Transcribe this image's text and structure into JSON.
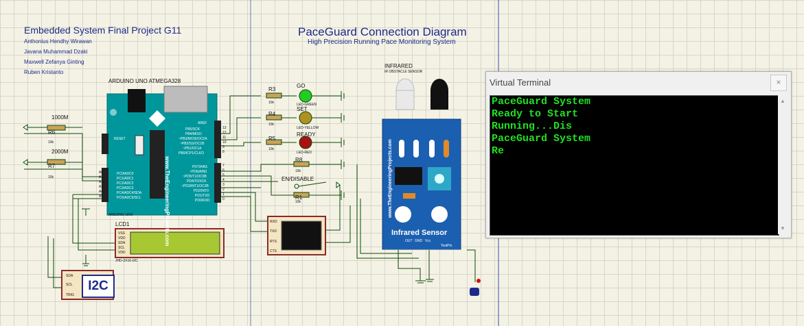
{
  "project": {
    "title": "Embedded System Final Project G11",
    "authors": [
      "Anthonius Hendhy Wirawan",
      "Javana Muhammad Dzaki",
      "Maxwell Zefanya Ginting",
      "Ruben Kristanto"
    ]
  },
  "diagram": {
    "title": "PaceGuard Connection Diagram",
    "subtitle": "High Precision Running Pace Monitoring System"
  },
  "arduino": {
    "label": "ARDUINO UNO ATMEGA328",
    "sublabel": "ARDUINO UNO",
    "reset": "RESET",
    "aref": "AREF",
    "brand": "www.TheEngineeringProjects.com",
    "analog_pins": [
      "A0",
      "A1",
      "A2",
      "A3",
      "A4",
      "A5"
    ],
    "analog_names": [
      "PC0/ADC0",
      "PC1/ADC1",
      "PC2/ADC2",
      "PC3/ADC3",
      "PC4/ADC4/SDA",
      "PC5/ADC5/SCL"
    ],
    "digital_top": [
      "13",
      "12",
      "11",
      "10",
      "9",
      "8"
    ],
    "digital_top_names": [
      "PB5/SCK",
      "PB4/MISO",
      "~PB3/MOSI/OC2A",
      "~PB2/SS/OC1B",
      "~PB1/OC1A",
      "PB0/ICP1/CLKO"
    ],
    "digital_bottom": [
      "7",
      "6",
      "5",
      "4",
      "3",
      "2",
      "1",
      "0"
    ],
    "digital_bottom_names": [
      "PD7/AIN1",
      "~PD6/AIN0",
      "~PD5/T1/OC0B",
      "PD4/T0/XCK",
      "~PD3/INT1/OC2B",
      "PD2/INT0",
      "PD1/TXD",
      "PD0/RXD"
    ]
  },
  "pots": [
    {
      "name": "R6",
      "value": "1000M",
      "sub": "10k"
    },
    {
      "name": "R7",
      "value": "2000M",
      "sub": "10k"
    }
  ],
  "leds": [
    {
      "res": "R3",
      "res_val": "10k",
      "label": "GO",
      "type": "LED-GREEN",
      "color": "#22cc22"
    },
    {
      "res": "R4",
      "res_val": "10k",
      "label": "SET",
      "type": "LED-YELLOW",
      "color": "#b09020"
    },
    {
      "res": "R5",
      "res_val": "10k",
      "label": "READY",
      "type": "LED-RED",
      "color": "#aa1111"
    }
  ],
  "switches": [
    {
      "res": "R8",
      "res_val": "10k",
      "label": "EN/DISABLE"
    },
    {
      "res": "R1",
      "res_val": "10k",
      "label": ""
    }
  ],
  "lcd": {
    "name": "LCD1",
    "part": "JHD-2X16-I2C",
    "pins": [
      "VSS",
      "VDD",
      "SDA",
      "SCL",
      "VDD"
    ]
  },
  "i2c": {
    "label": "I2C",
    "pins": [
      "SDA",
      "SCL",
      "TRIG"
    ]
  },
  "serial": {
    "pins": [
      "RXD",
      "TXD",
      "RTS",
      "CTS"
    ]
  },
  "ir_sensor": {
    "title": "INFRARED",
    "sub": "IR OBSTACLE SENSOR",
    "name": "Infrared Sensor",
    "brand": "www.TheEngineeringProjects.com",
    "pins": [
      "OUT",
      "GND",
      "Vcc"
    ],
    "testpin": "TestPin"
  },
  "terminal": {
    "title": "Virtual Terminal",
    "close": "×",
    "lines": [
      "PaceGuard System",
      "Ready to Start",
      "Running...Dis",
      "PaceGuard System",
      "Re"
    ]
  },
  "colors": {
    "wire": "#0a4a0a",
    "board": "#00979c",
    "sensor": "#1b5fb0",
    "accent": "#1c2a8c"
  }
}
